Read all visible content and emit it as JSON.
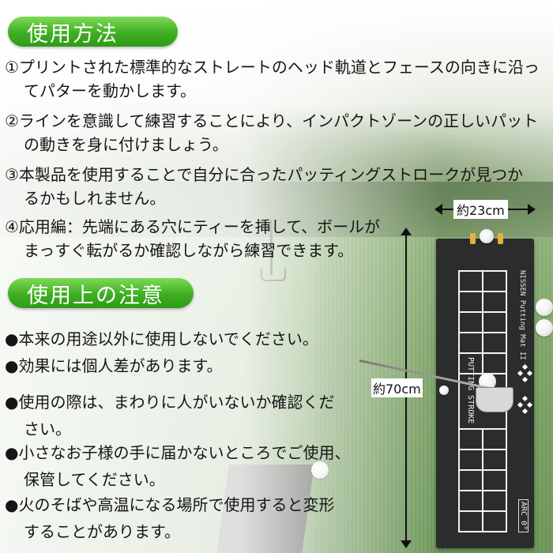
{
  "heading_usage": "使用方法",
  "usage_items": [
    {
      "line1": "①プリントされた標準的なストレートのヘッド軌道とフェースの向きに沿っ",
      "line2": "てパターを動かします。"
    },
    {
      "line1": "②ラインを意識して練習することにより、インパクトゾーンの正しいパット",
      "line2": "の動きを身に付けましょう。"
    },
    {
      "line1": "③本製品を使用することで自分に合ったパッティングストロークが見つか",
      "line2": "るかもしれません。"
    },
    {
      "line1": "④応用編：先端にある穴にティーを挿して、ボールが",
      "line2": "まっすぐ転がるか確認しながら練習できます。"
    }
  ],
  "heading_caution": "使用上の注意",
  "caution_items": [
    {
      "line1": "●本来の用途以外に使用しないでください。",
      "line2": ""
    },
    {
      "line1": "●効果には個人差があります。",
      "line2": ""
    },
    {
      "line1": "●使用の際は、まわりに人がいないか確認くだ",
      "line2": "さい。"
    },
    {
      "line1": "●小さなお子様の手に届かないところでご使用、",
      "line2": "保管してください。"
    },
    {
      "line1": "●火のそばや高温になる場所で使用すると変形",
      "line2": "することがあります。"
    }
  ],
  "dimensions": {
    "width_label": "約23cm",
    "length_label": "約70cm"
  },
  "mat": {
    "brand_text": "NISSEN Putting Mat II",
    "stroke_text": "PUTTING STROKE",
    "arc_text": "ARC 0°"
  },
  "colors": {
    "heading_green": "#3fae23",
    "mat": "#2b2d2c",
    "text": "#151515"
  }
}
